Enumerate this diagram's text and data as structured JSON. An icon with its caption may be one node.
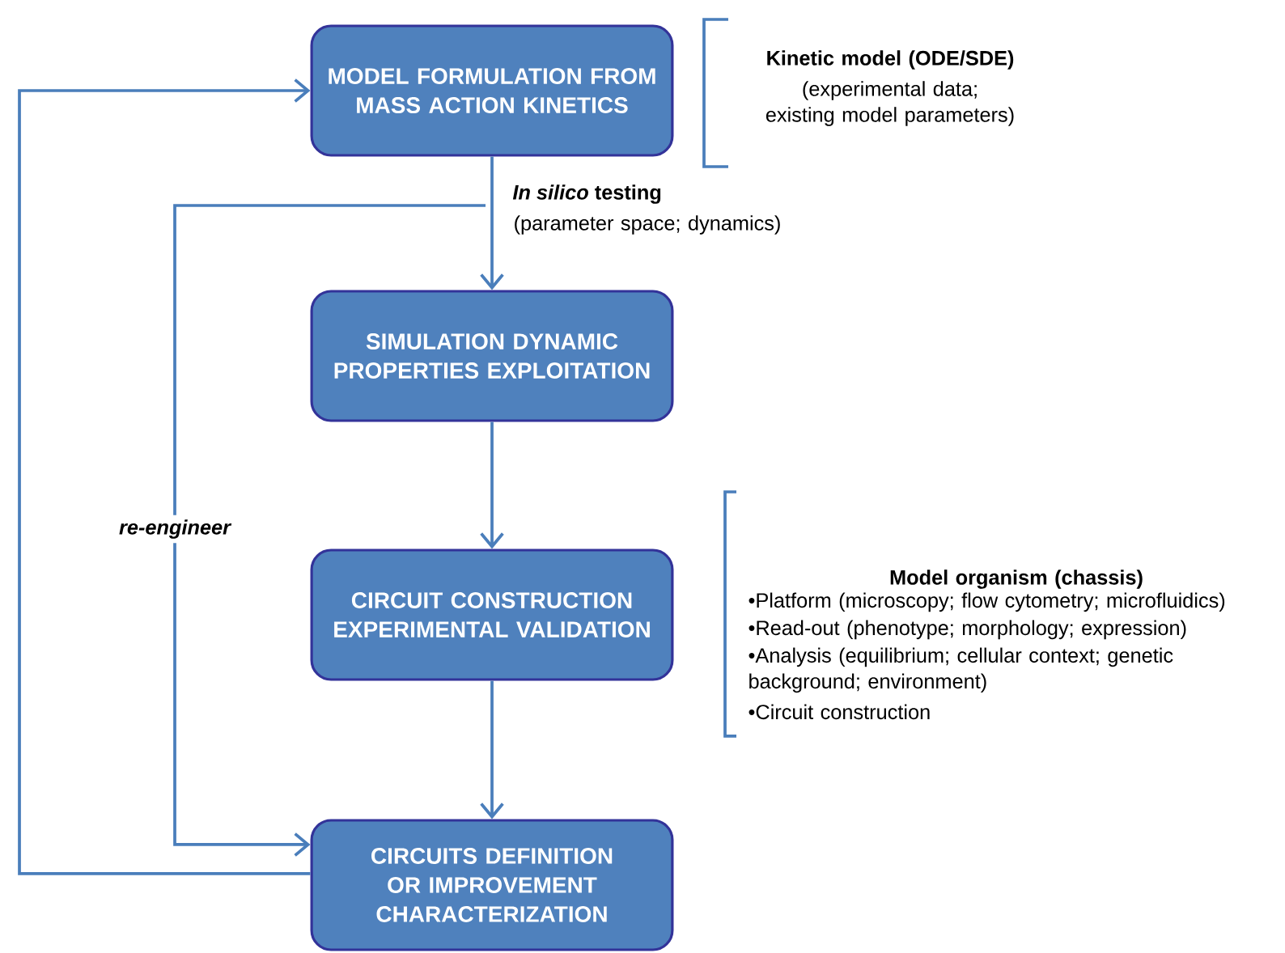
{
  "diagram": {
    "nodes": [
      {
        "text": [
          "MODEL FORMULATION FROM MASS ACTION KINETICS"
        ]
      },
      {
        "text": [
          "SIMULATION DYNAMIC PROPERTIES EXPLOITATION"
        ]
      },
      {
        "text": [
          "CIRCUIT CONSTRUCTION EXPERIMENTAL VALIDATION"
        ]
      },
      {
        "text": [
          "CIRCUITS DEFINITION OR IMPROVEMENT CHARACTERIZATION"
        ]
      }
    ],
    "edges": [
      {
        "from": 0,
        "to": 1,
        "arrow": "to",
        "label": "*In silico* testing"
      },
      {
        "from": 1,
        "to": 2,
        "arrow": "to"
      },
      {
        "from": 2,
        "to": 3,
        "arrow": "to"
      },
      {
        "from": null,
        "to": 3,
        "arrow": "to",
        "label": "re-engineer"
      },
      {
        "from": 3,
        "to": 0,
        "arrow": "to"
      }
    ],
    "labels": [
      "Kinetic model (ODE/SDE)",
      "(experimental data; existing model parameters)",
      "(parameter space; dynamics)",
      "Model organism (chassis)",
      "•Platform (microscopy; flow cytometry; microfluidics)",
      "•Read-out (phenotype;  morphology; expression)",
      "•Analysis  (equilibrium; cellular context; genetic background; environment)",
      "•Circuit construction"
    ]
  }
}
